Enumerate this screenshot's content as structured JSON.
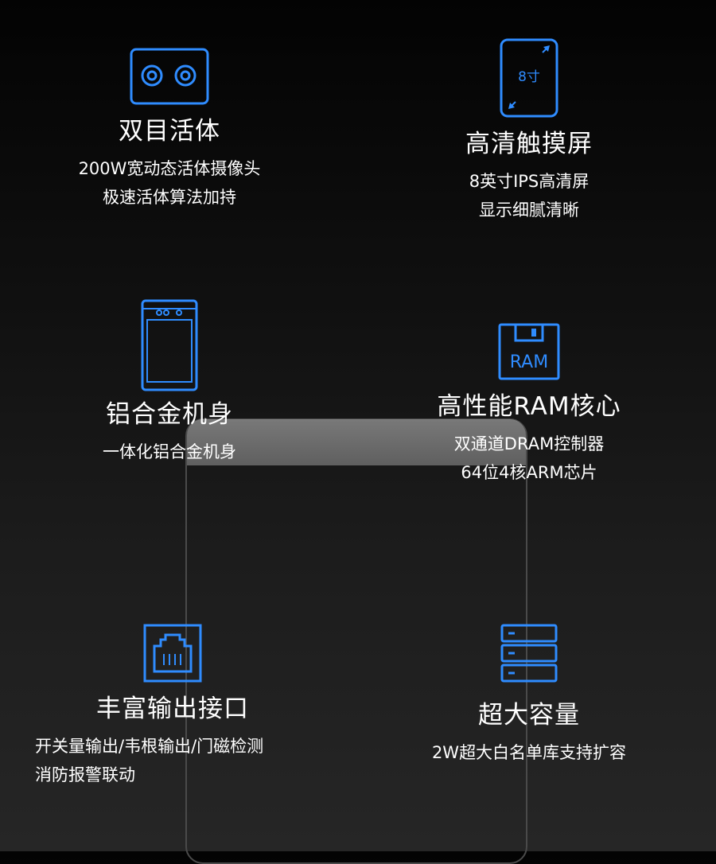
{
  "colors": {
    "accent": "#2f8cff",
    "background": "#0a0a0a",
    "text": "#ffffff"
  },
  "features": [
    {
      "title": "双目活体",
      "lines": [
        "200W宽动态活体摄像头",
        "极速活体算法加持"
      ],
      "icon": "dual-camera-icon"
    },
    {
      "title": "高清触摸屏",
      "lines": [
        "8英寸IPS高清屏",
        "显示细腻清晰"
      ],
      "icon": "screen-size-icon",
      "icon_label": "8寸"
    },
    {
      "title": "铝合金机身",
      "lines": [
        "一体化铝合金机身"
      ],
      "icon": "device-body-icon"
    },
    {
      "title": "高性能RAM核心",
      "lines": [
        "双通道DRAM控制器",
        "64位4核ARM芯片"
      ],
      "icon": "ram-chip-icon",
      "icon_label": "RAM"
    },
    {
      "title": "丰富输出接口",
      "lines": [
        "开关量输出/韦根输出/门磁检测",
        "消防报警联动"
      ],
      "icon": "ethernet-port-icon"
    },
    {
      "title": "超大容量",
      "lines": [
        "2W超大白名单库支持扩容"
      ],
      "icon": "storage-stack-icon"
    }
  ]
}
